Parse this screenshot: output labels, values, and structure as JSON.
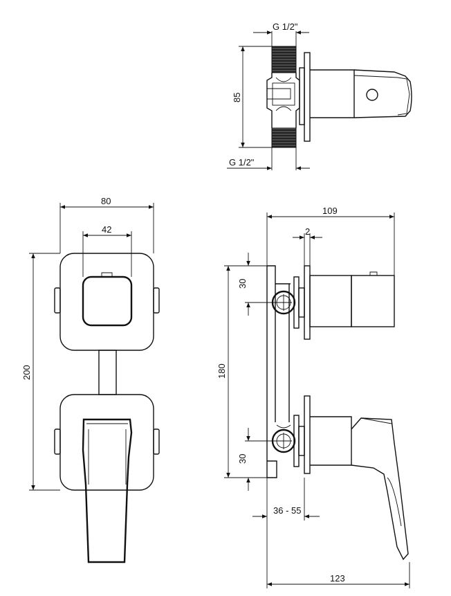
{
  "labels": {
    "thread_top": "G 1/2\"",
    "thread_bottom": "G 1/2\"",
    "dim_85": "85",
    "dim_80": "80",
    "dim_42": "42",
    "dim_200": "200",
    "dim_109": "109",
    "dim_2": "2",
    "dim_30_top": "30",
    "dim_180": "180",
    "dim_30_bottom": "30",
    "dim_36_55": "36 - 55",
    "dim_123": "123"
  }
}
